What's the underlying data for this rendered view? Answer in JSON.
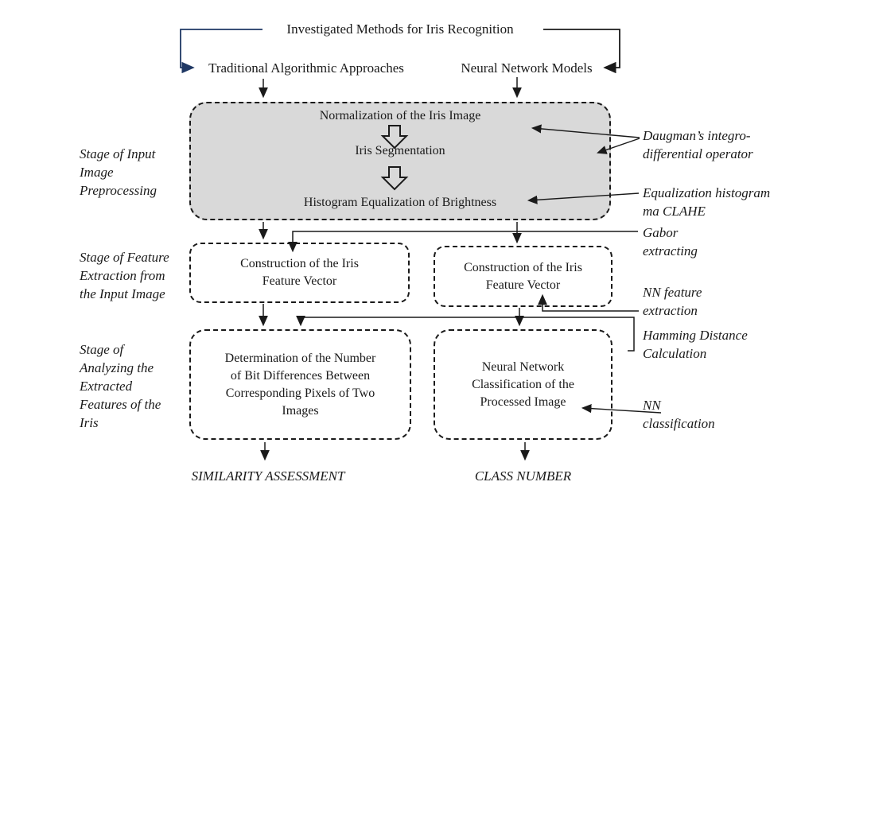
{
  "title": "Investigated Methods for Iris Recognition",
  "branches": {
    "left": "Traditional Algorithmic Approaches",
    "right": "Neural Network Models"
  },
  "preprocessing": {
    "steps": [
      "Normalization of the Iris Image",
      "Iris Segmentation",
      "Histogram Equalization of Brightness"
    ]
  },
  "boxes": {
    "construction_left": "Construction of the Iris\nFeature Vector",
    "construction_right": "Construction of the Iris\nFeature Vector",
    "determination": "Determination of the Number\nof Bit Differences Between\nCorresponding Pixels of Two\nImages",
    "nn_classification": "Neural Network\nClassification of the\nProcessed Image"
  },
  "stages": [
    "Stage of Input\nImage\nPreprocessing",
    "Stage of Feature\nExtraction from\nthe Input Image",
    "Stage of\nAnalyzing the\nExtracted\nFeatures of the\nIris"
  ],
  "side_labels": {
    "daugman": "Daugman’s integro-\ndifferential operator",
    "equalization": "Equalization histogram\nma CLAHE",
    "gabor": "Gabor\nextracting",
    "nn_feature": "NN feature\nextraction",
    "hamming": "Hamming Distance\nCalculation",
    "nn_classification": "NN\nclassification"
  },
  "outputs": {
    "left": "SIMILARITY ASSESSMENT",
    "right": "CLASS NUMBER"
  },
  "colors": {
    "line": "#1a1a1a",
    "bracket_navy": "#1f3864",
    "preprocessing_fill": "#d9d9d9",
    "background": "#ffffff"
  }
}
